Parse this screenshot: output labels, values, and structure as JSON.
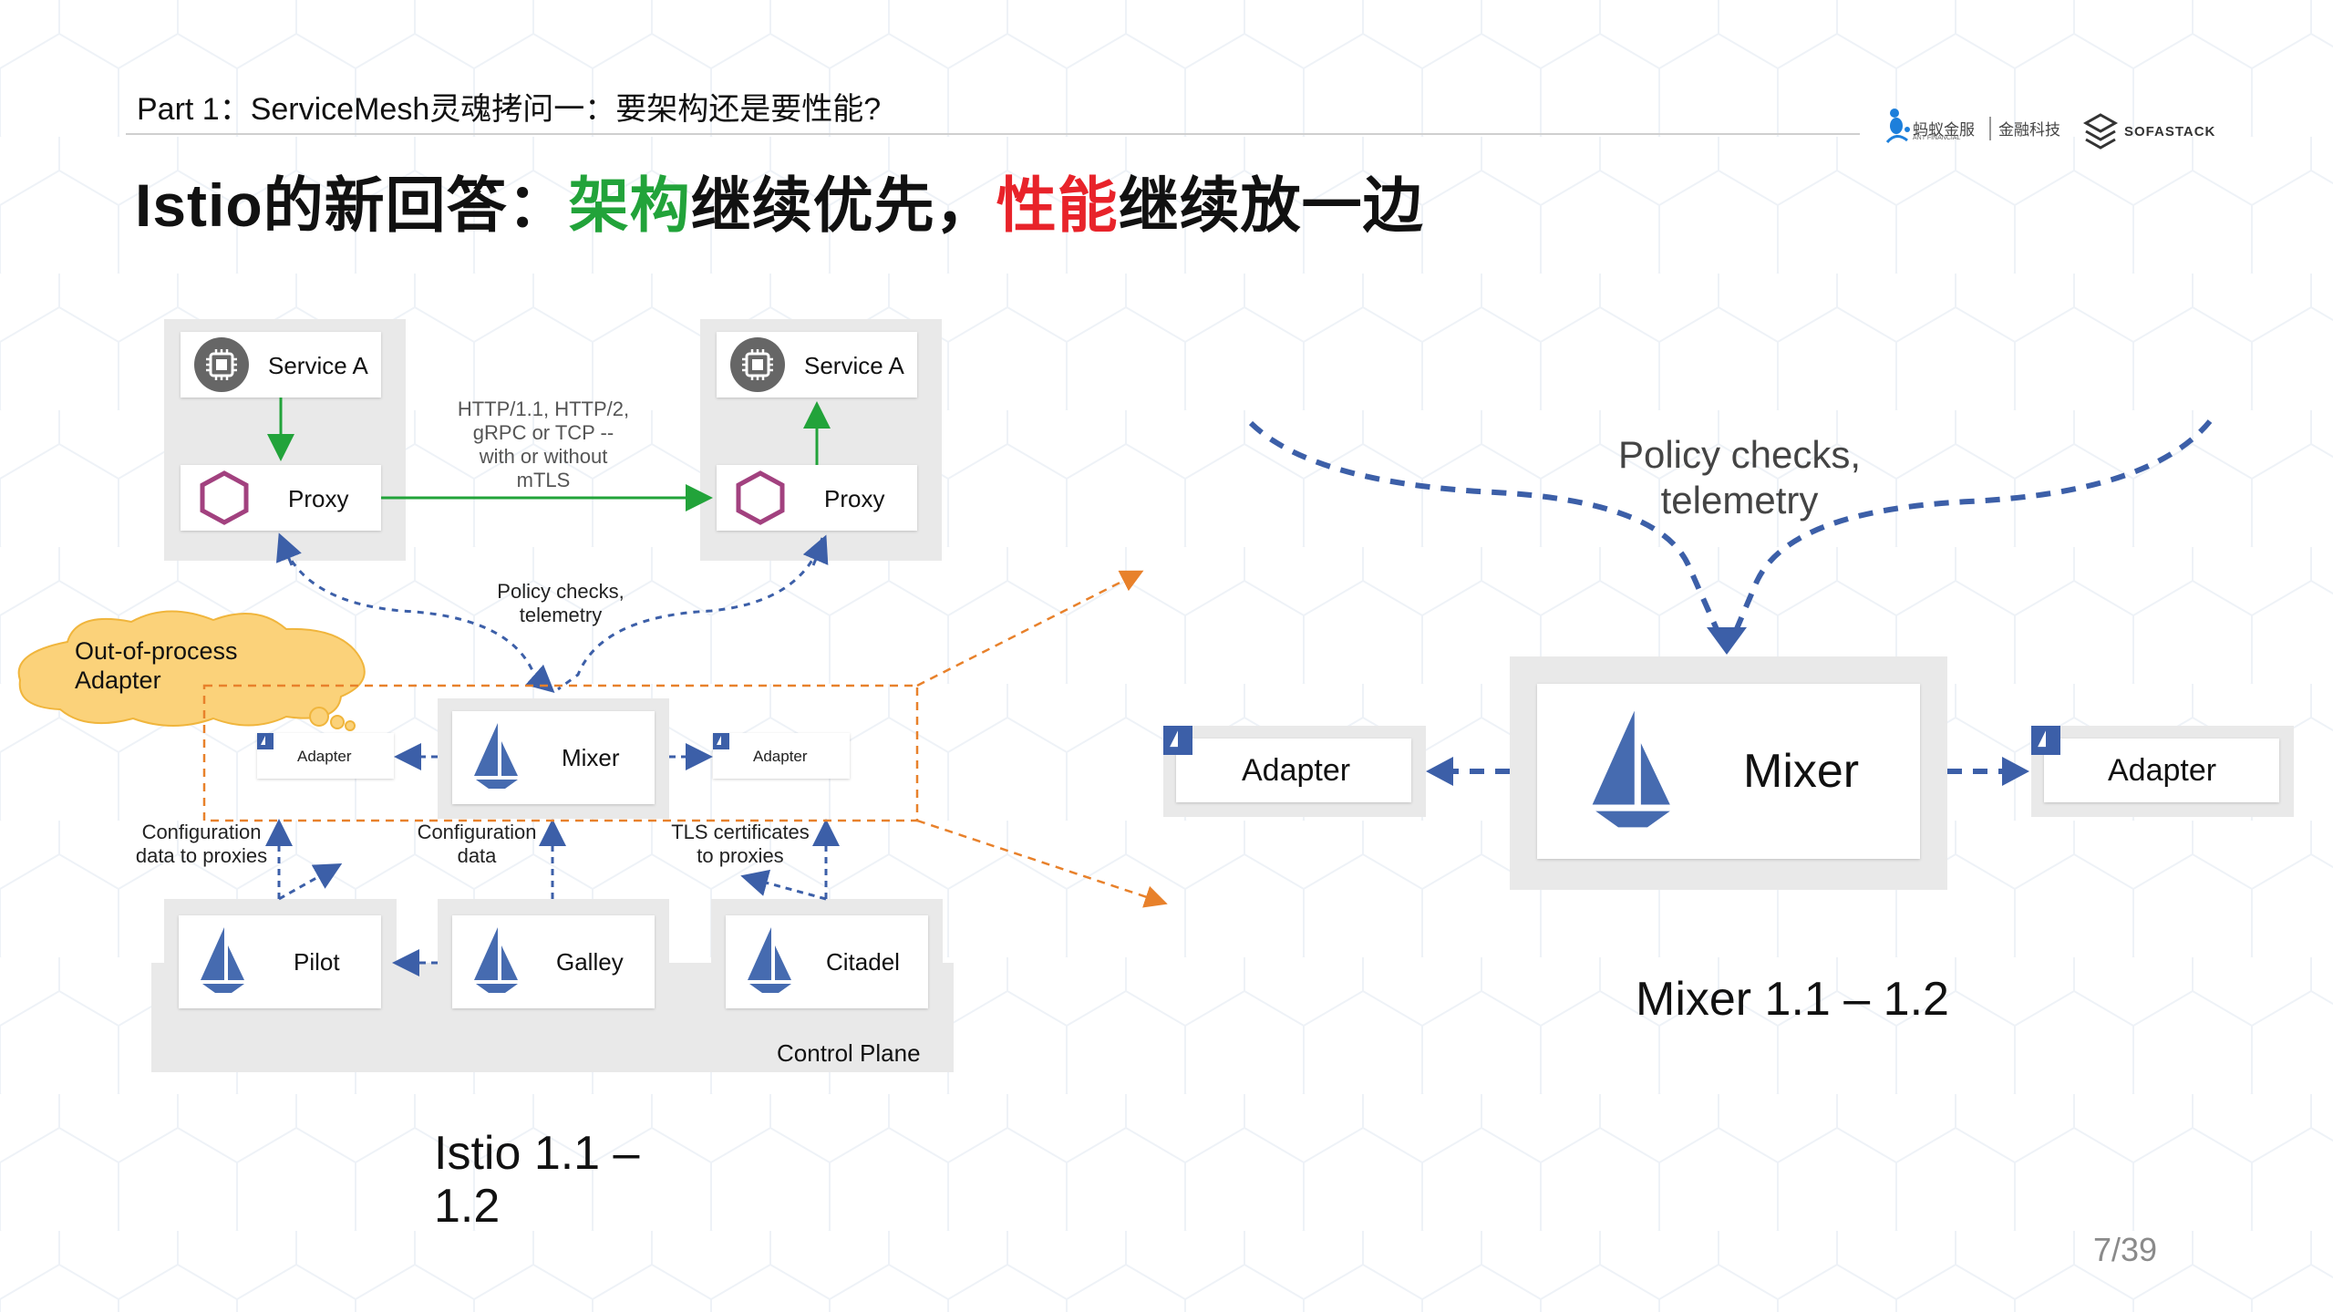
{
  "header": {
    "part_text": "Part 1：ServiceMesh灵魂拷问一：要架构还是要性能?",
    "logo_ant": "蚂蚁金服",
    "logo_ant_sub": "ANT FINANCIAL",
    "logo_fin": "金融科技",
    "logo_sofa": "SOFASTACK"
  },
  "title": {
    "prefix": "Istio的新回答：",
    "green_part": "架构",
    "middle": "继续优先，",
    "red_part": "性能",
    "suffix": "继续放一边"
  },
  "left_diagram": {
    "service_a_left": "Service A",
    "service_a_right": "Service A",
    "proxy_left": "Proxy",
    "proxy_right": "Proxy",
    "protocol_note": [
      "HTTP/1.1, HTTP/2,",
      "gRPC or TCP --",
      "with or without",
      "mTLS"
    ],
    "policy_note": [
      "Policy checks,",
      "telemetry"
    ],
    "cloud_text": [
      "Out-of-process",
      "Adapter"
    ],
    "adapter_left": "Adapter",
    "adapter_right": "Adapter",
    "mixer": "Mixer",
    "config_proxies": [
      "Configuration",
      "data to proxies"
    ],
    "config_data": [
      "Configuration",
      "data"
    ],
    "tls_note": [
      "TLS certificates",
      "to proxies"
    ],
    "pilot": "Pilot",
    "galley": "Galley",
    "citadel": "Citadel",
    "control_plane": "Control Plane",
    "caption_line1": "Istio 1.1 –",
    "caption_line2": "1.2"
  },
  "right_diagram": {
    "policy_line1": "Policy checks,",
    "policy_line2": "telemetry",
    "adapter_left": "Adapter",
    "adapter_right": "Adapter",
    "mixer": "Mixer",
    "caption": "Mixer 1.1 – 1.2"
  },
  "page_number": "7/39",
  "colors": {
    "green_accent": "#22a33a",
    "red_accent": "#e8232a",
    "dashed_blue": "#3c5fa8",
    "orange_dashed": "#e8812b",
    "istio_blue": "#466bb0",
    "proxy_hex": "#a2417f",
    "cloud_fill": "#fbd27a"
  }
}
